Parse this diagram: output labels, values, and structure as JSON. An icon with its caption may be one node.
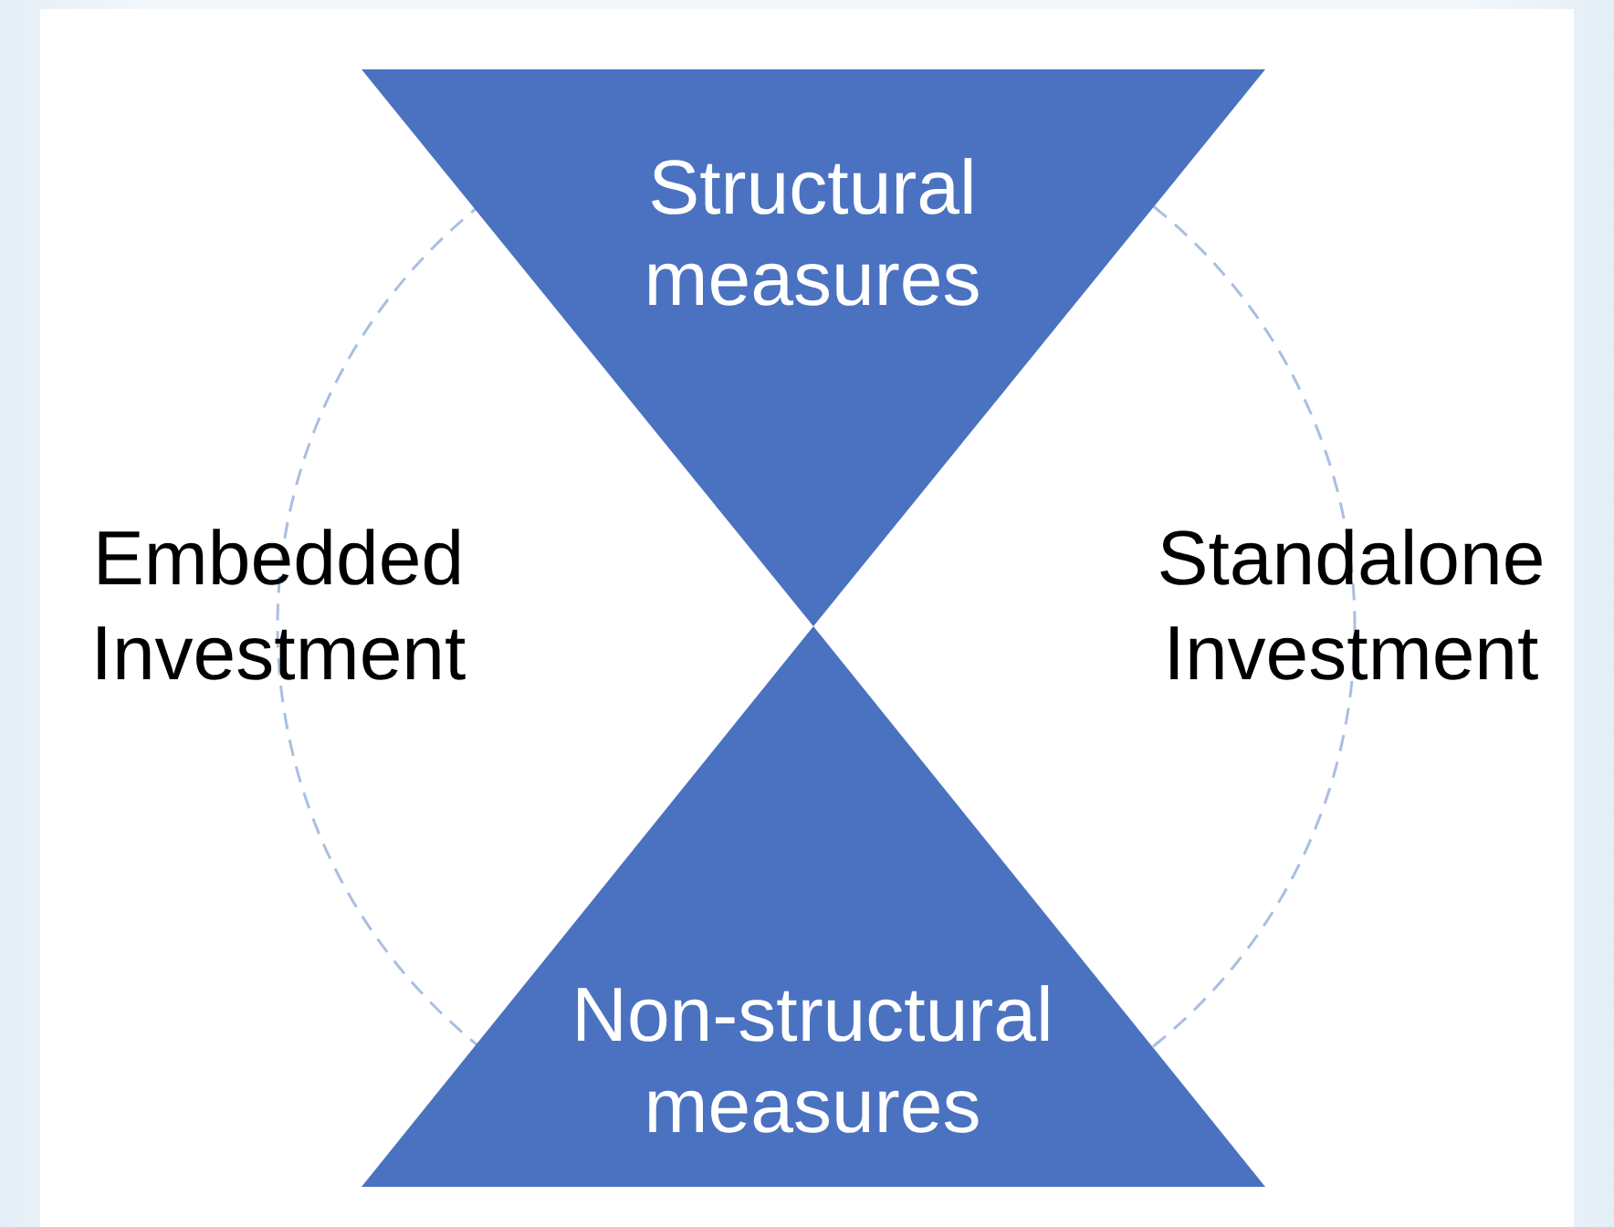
{
  "diagram": {
    "nodes": [
      {
        "text": [
          "Structural measures"
        ]
      },
      {
        "text": [
          "Non-structural measures"
        ]
      }
    ],
    "labels": [
      "Embedded Investment",
      "Standalone Investment"
    ]
  }
}
